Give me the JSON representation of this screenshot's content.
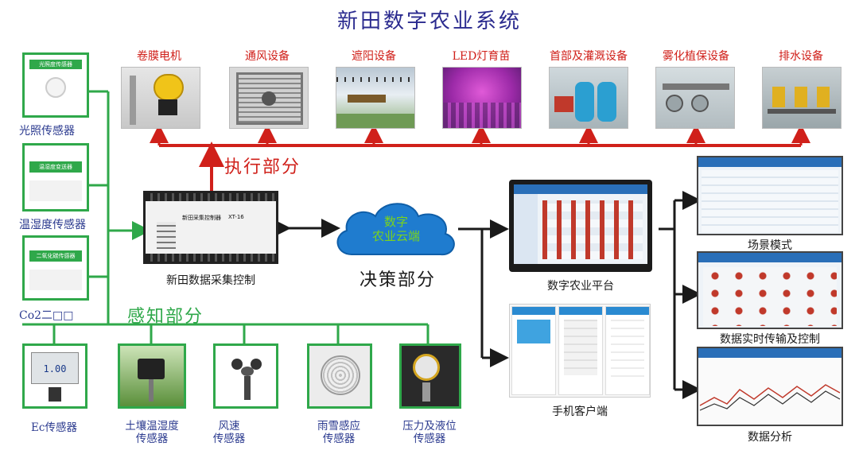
{
  "title": "新田数字农业系统",
  "sections": {
    "execution": "执行部分",
    "perception": "感知部分",
    "decision": "决策部分"
  },
  "devices": [
    {
      "label": "卷膜电机",
      "icon": "film-roller-motor-photo"
    },
    {
      "label": "通风设备",
      "icon": "ventilation-fan-photo"
    },
    {
      "label": "遮阳设备",
      "icon": "shade-greenhouse-photo"
    },
    {
      "label": "LED灯育苗",
      "icon": "led-seedling-photo"
    },
    {
      "label": "首部及灌溉设备",
      "icon": "irrigation-tanks-photo"
    },
    {
      "label": "雾化植保设备",
      "icon": "spray-plant-protection-photo"
    },
    {
      "label": "排水设备",
      "icon": "drainage-pumps-photo"
    }
  ],
  "left_sensors": [
    {
      "label": "光照传感器",
      "plate": "光照度传感器"
    },
    {
      "label": "温湿度传感器",
      "plate": "温湿度变送器"
    },
    {
      "label": "Co2二□□",
      "plate": "二氧化碳传感器"
    }
  ],
  "bottom_sensors": [
    {
      "line1": "Ec传感器",
      "line2": "",
      "display": "1.00"
    },
    {
      "line1": "土壤温湿度",
      "line2": "传感器"
    },
    {
      "line1": "风速",
      "line2": "传感器"
    },
    {
      "line1": "雨雪感应",
      "line2": "传感器"
    },
    {
      "line1": "压力及液位",
      "line2": "传感器"
    }
  ],
  "controller": {
    "label": "新田数据采集控制",
    "panel_title": "新田采集控制器",
    "model": "XT-16"
  },
  "cloud": {
    "line1": "数字",
    "line2": "农业云端"
  },
  "platforms": {
    "pc": "数字农业平台",
    "mobile": "手机客户端"
  },
  "screens": [
    {
      "label": "场景模式"
    },
    {
      "label": "数据实时传输及控制"
    },
    {
      "label": "数据分析"
    }
  ],
  "colors": {
    "title": "#2b2b8f",
    "red": "#d0201a",
    "green": "#2fa84a",
    "blue_text": "#2b3a8f",
    "arrow_dark": "#1a1a1a"
  }
}
